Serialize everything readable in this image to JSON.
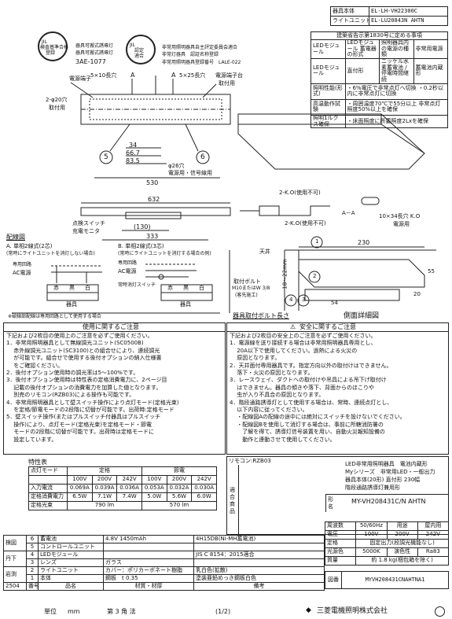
{
  "header": {
    "fixture_label": "器具本体",
    "fixture_value": "EL-LH-VH22300C",
    "unit_label": "ライトユニット",
    "unit_value": "EL-LU20843N AHTN"
  },
  "certifications": {
    "left": [
      "器具可搬式誘導灯",
      "器具可搬式誘導灯",
      "3AE-1077"
    ],
    "left_seal": [
      "JIL",
      "検査基準合格",
      "登録"
    ],
    "right": [
      "非常用照明器具自主評定委員会適合",
      "非常灯器具　認証名称登録",
      "非常用照明器具登録番号　LALE-022"
    ],
    "right_seal": [
      "JIL",
      "認定",
      "適合"
    ]
  },
  "spec_box": {
    "title": "建築省告示第1830号に定める事項",
    "rows": [
      [
        "LEDモジュール",
        "LEDモジュール 蓄電器の形式",
        "照明器具内の電源の種類",
        "非常用電源"
      ],
      [
        "LEDモジュール",
        "直付形",
        "ニッケル水素蓄電池 / 停電時間継続",
        "蓄電池内蔵形"
      ],
      [
        "照明性能(形式)",
        "・6%電圧で非常点灯へ切換 ・0.2秒以内に非常点灯に切換"
      ],
      [
        "高温動作試験",
        "・周囲温度70℃で55分以上 非常点灯照度50%以上を確保"
      ],
      [
        "照明1ルクス確保",
        "・床面照度に所要照度2Lxを確保"
      ]
    ]
  },
  "drawing": {
    "labels": {
      "power_terminal": "電源端子",
      "knockout_top": "5×10長穴",
      "knockout_top2": "5×25長穴",
      "terminal_block": "電源端子台",
      "fixing_hole": "取付用",
      "hole_label": "2-φ20穴",
      "hole_sub": "取付用",
      "letter_a1": "A",
      "letter_a2": "A",
      "circle5": "5",
      "circle6": "6",
      "dim_34": "34",
      "dim_667": "66.7",
      "dim_835": "83.5",
      "dim_530": "530",
      "dim_632": "632",
      "dim_130": "(130)",
      "dim_333": "333",
      "dia26": "φ26穴",
      "dia26_sub": "電源用・信号線用",
      "switch_label": "点検スイッチ",
      "monitor_label": "充電モニタ",
      "knockout_left": "2-K.O(使用不可)",
      "knockout_right": "2-K.O(使用不可)",
      "aa_label": "A－A",
      "slot_label": "10×34長穴 K.O",
      "slot_sub": "電源用",
      "dim_230": "230",
      "dim_55": "55",
      "dim_18_22": "18〜22mm",
      "dim_54": "54",
      "dim_20": "20",
      "ceiling": "天井",
      "c1": "1",
      "c2": "2",
      "c3": "3",
      "c4": "4",
      "bolt_label": "取付ボルト",
      "bolt_value": "M10またはW 3/8",
      "bolt_sub": "(客先施工)",
      "detail_label": "側面詳細図",
      "bolt_length_label": "器具取付ボルト長さ"
    },
    "wiring": {
      "title": "配線図",
      "a_title": "A. 単相2線式(2芯)",
      "a_sub": "(常時にライトユニットを消灯しない場合)",
      "b_title": "B. 単相2線式(3芯)",
      "b_sub": "(常時にライトユニットを消灯する場合の例)",
      "ac_label": "AC電源",
      "ac_label2": "AC電源",
      "ac_sub": "専用回路",
      "ac_sub2": "専用回路",
      "switch_text": "常時消灯スイッチ",
      "colors": [
        "赤",
        "黒",
        "白"
      ],
      "colors2": [
        "赤",
        "黒",
        "白"
      ],
      "fixture": "器具",
      "fixture2": "器具",
      "footnote": "※破線部配線は専用回路として使用する場合"
    }
  },
  "notes": {
    "left_title": "使用に関するご注意",
    "left_lines": [
      "下記および2枚目の使用上のご注意を必ずご使用ください。",
      "1．非常用照明器具として無線調光ユニット(SC0500B)",
      "　 赤外線調光ユニット(SC3100)との組合せにより、連続調光",
      "　 が可能です。組合せで使用する後付オプションの納入仕様書",
      "　 をご確認ください。",
      "2．後付オプション使用時の調光率は5～100%です。",
      "3．後付オプション使用時は特性表の定格消費電力に、2ページ目",
      "　 記載の後付オプションの消費電力を加算した値となります。",
      "　 別売のリモコン(RZB03)による操作も可能です。",
      "4．非常用照明器具として壁スイッチ操作により点灯モード(定格光束)",
      "　 を定格/節電モードの2段階に切替が可能です。出荷時:定格モード",
      "5．壁スイッチ操作(またはプルスイッチ付器具はプルスイッチ",
      "　 操作)により、点灯モード(定格光束)を定格モード・節電",
      "　 モードの2段階に切替が可能です。出荷時は定格モードに",
      "　 設定しています。"
    ],
    "right_title": "安全に関するご注意",
    "right_lines": [
      "下記および2枚目の安全上のご注意を必ずご使用ください。",
      "1．電源線を送り接続する場合は非常用照明器具専用とし、",
      "　 20A以下で使用してください。過熱による火災の",
      "　 原因となります。",
      "2．天井面付専用器具です。指定方向以外の取付けはできません。",
      "　 落下・火災の原因となります。",
      "3．レースウェイ、ダクトへの取付けや吊具による吊下げ取付け",
      "　 はできません。器具の傾きや落下、背面からのほこりや",
      "　 虫が入り不具合の原因となります。",
      "4．階段通路誘導灯として使用する場合は、常時、連続点灯とし、",
      "　 以下内容に従ってください。",
      "　 ・配線図Aの配線の途中には絶対にスイッチを設けないでください。",
      "　 ・配線図Bを使用して消灯する場合は、事前に所轄消防署の",
      "　 　了解を得て、誘導灯信号装置を用い、自動火災報知設備の",
      "　 　動作と連動させて使用してください。"
    ]
  },
  "characteristics": {
    "title": "特性表",
    "header_mode": "点灯モード",
    "header_rated": "定格",
    "header_eco": "節電",
    "voltages": [
      "100V",
      "200V",
      "242V",
      "100V",
      "200V",
      "242V"
    ],
    "rows": [
      {
        "label": "入力電流",
        "values": [
          "0.069A",
          "0.039A",
          "0.036A",
          "0.053A",
          "0.032A",
          "0.030A"
        ]
      },
      {
        "label": "定格消費電力",
        "values": [
          "6.5W",
          "7.1W",
          "7.4W",
          "5.0W",
          "5.6W",
          "6.0W"
        ]
      },
      {
        "label": "定格光束",
        "values": [
          "790 lm",
          "570 lm"
        ]
      }
    ]
  },
  "product": {
    "remote": "リモコン:RZB03",
    "side_label": "適合商品",
    "lines": [
      "LED非常用照明器具　電池内蔵形",
      "Myシリーズ　非常用LED・一般出力",
      "器具本体(20形) 直付形 230幅",
      "階段通路誘導灯兼用形"
    ],
    "model_label": "形名",
    "model": "MY-VH208431C/N AHTN"
  },
  "specs": [
    {
      "label": "周波数",
      "value": "50/60Hz",
      "label2": "用途",
      "value2": "屋内用"
    },
    {
      "label": "電圧",
      "value": "100V",
      "value_b": "200V",
      "value_c": "242V"
    },
    {
      "label": "定格",
      "value": "固定出力(段調光機能なし)"
    },
    {
      "label": "光源色",
      "value": "5000K",
      "label2": "演色性",
      "value2": "Ra83"
    },
    {
      "label": "質量",
      "value": "約 1.8 kg(梱包箱を除く)"
    }
  ],
  "parts": [
    {
      "no": "6",
      "name": "蓄電池",
      "material": "4.8V 1450mAh",
      "note": "4H15DB(Ni-MH蓄電池)"
    },
    {
      "no": "5",
      "name": "コントロールユニット",
      "material": "",
      "note": ""
    },
    {
      "no": "4",
      "name": "LEDモジュール",
      "material": "",
      "note": "JIS C 8154：2015適合"
    },
    {
      "no": "3",
      "name": "レンズ",
      "material": "ガラス",
      "note": ""
    },
    {
      "no": "2",
      "name": "ライトユニット",
      "material": "カバー：ポリカーボネート樹脂",
      "note": "乳白色(拡散)"
    },
    {
      "no": "1",
      "name": "本体",
      "material": "鋼板　t 0.35",
      "note": "塗装亜鉛めっき鋼板白色"
    }
  ],
  "parts_header": {
    "no": "番号",
    "name": "品名",
    "material": "材質・材厚",
    "note": "備考"
  },
  "approval": {
    "check": "検図",
    "draft": "丹下",
    "design": "岩渕",
    "code": "2504"
  },
  "drawing_no_label": "図番",
  "drawing_no": "MYVH208431CNAHTNA1",
  "footer": {
    "unit_label": "単位",
    "unit": "mm",
    "angle": "第 3 角 法",
    "page": "(1/2)",
    "company": "三菱電機照明株式会社"
  }
}
